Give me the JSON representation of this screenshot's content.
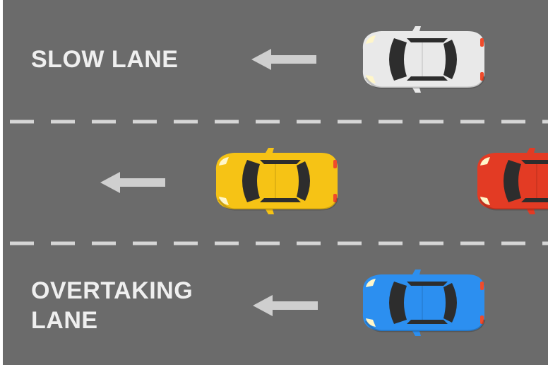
{
  "labels": {
    "slow_lane": "SLOW LANE",
    "overtaking_line1": "OVERTAKING",
    "overtaking_line2": "LANE"
  },
  "colors": {
    "asphalt": "#6b6b6b",
    "lane_marking": "#d6d6d6",
    "arrow": "#cfcfcf",
    "car_white": "#e9e9e9",
    "car_yellow": "#f6c315",
    "car_red": "#e33b24",
    "car_blue": "#2c8ff0"
  },
  "icons": [
    "left-arrow-icon",
    "car-icon"
  ]
}
